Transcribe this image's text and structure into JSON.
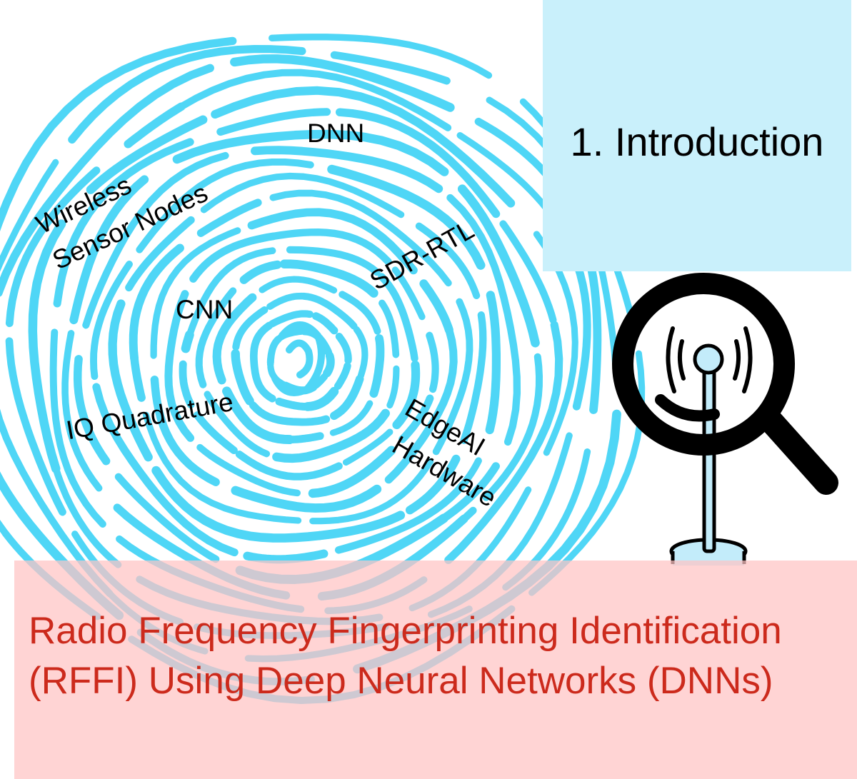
{
  "section": {
    "title": "1. Introduction"
  },
  "fingerprint": {
    "keywords": {
      "dnn": "DNN",
      "wireless": "Wireless",
      "sensor_nodes": "Sensor Nodes",
      "sdr_rtl": "SDR-RTL",
      "cnn": "CNN",
      "iq_quadrature": "IQ Quadrature",
      "edgeai": "EdgeAI",
      "hardware": "Hardware"
    }
  },
  "main_title": "Radio Frequency Fingerprinting Identification (RFFI) Using Deep Neural Networks (DNNs)",
  "colors": {
    "fingerprint": "#4fd6f6",
    "section_box": "#c9f0fb",
    "title_box": "#ffd3d3",
    "title_text": "#cc2a1c",
    "magnifier": "#000000",
    "antenna": "#c3ecfa"
  },
  "icons": {
    "fingerprint": "fingerprint-icon",
    "magnifier": "magnifying-glass-icon",
    "antenna": "antenna-icon"
  }
}
